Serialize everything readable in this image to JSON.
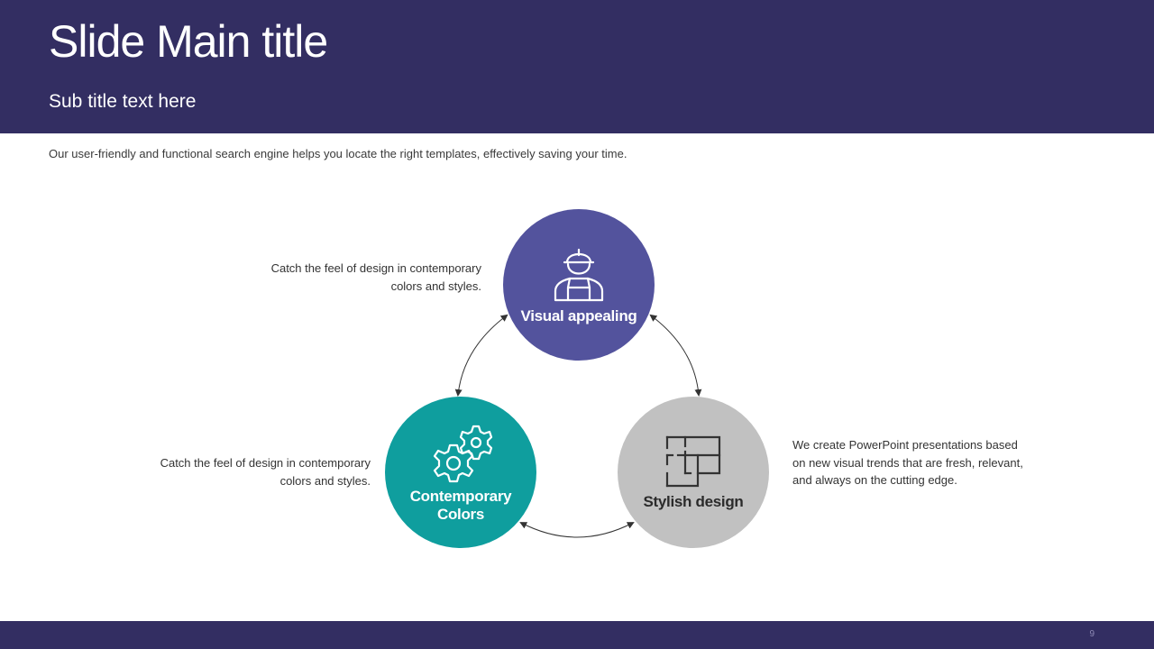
{
  "header": {
    "title": "Slide Main title",
    "subtitle": "Sub title text here"
  },
  "intro": "Our user-friendly and functional search engine helps you locate the right templates, effectively saving your time.",
  "cycle": {
    "nodes": [
      {
        "label": "Visual appealing",
        "icon": "worker-icon",
        "color": "#53539d"
      },
      {
        "label": "Contemporary Colors",
        "icon": "gears-icon",
        "color": "#0f9e9e"
      },
      {
        "label": "Stylish design",
        "icon": "floor-plan-icon",
        "color": "#c1c1c1"
      }
    ],
    "descriptions": [
      "Catch the feel of design in contemporary colors and styles.",
      "Catch the feel of design in contemporary colors and styles.",
      "We create PowerPoint presentations based on new visual trends that are fresh, relevant, and always on the cutting edge."
    ]
  },
  "footer": {
    "page_number": "9"
  },
  "colors": {
    "header": "#332e62",
    "footer": "#332e62",
    "arrow": "#333333"
  }
}
